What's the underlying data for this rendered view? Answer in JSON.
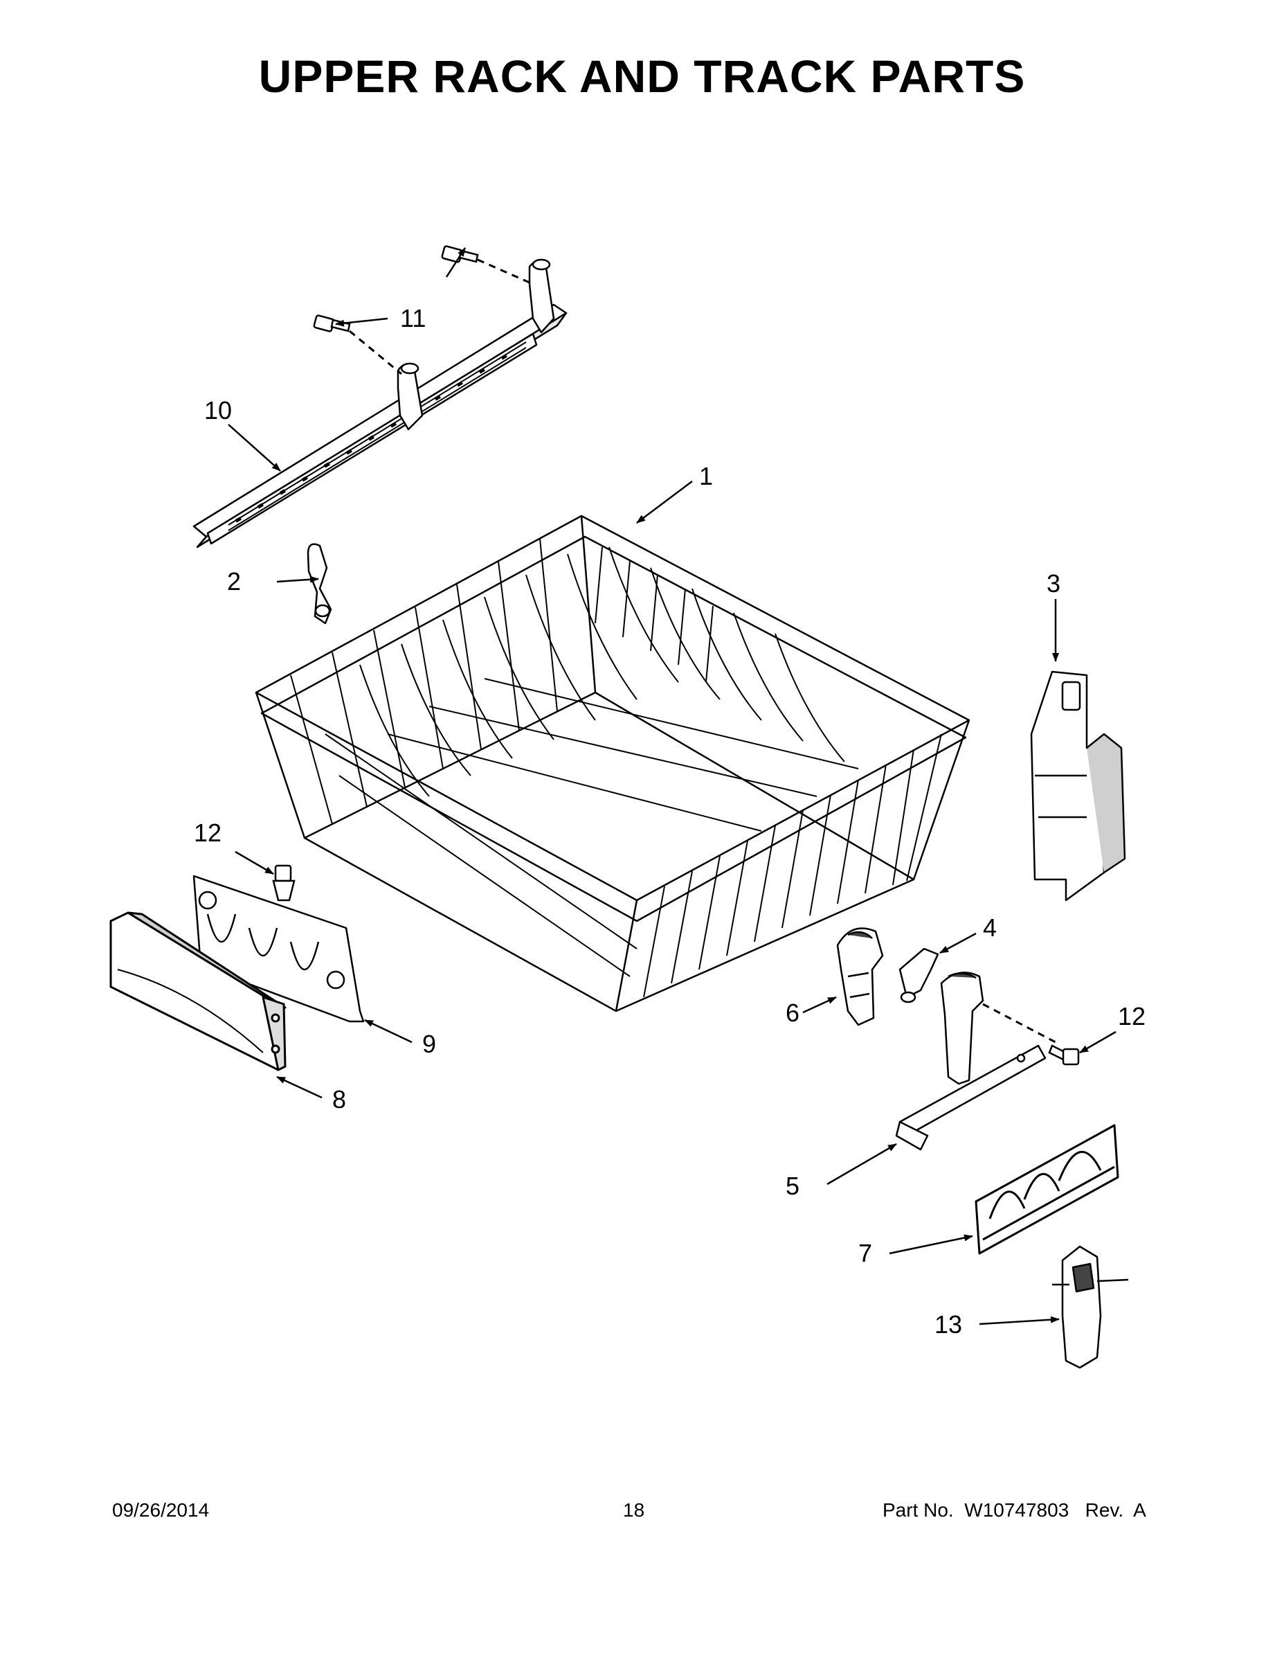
{
  "title": "UPPER RACK AND TRACK PARTS",
  "callouts": {
    "c1": "1",
    "c2": "2",
    "c3": "3",
    "c4": "4",
    "c5": "5",
    "c6": "6",
    "c7": "7",
    "c8": "8",
    "c9": "9",
    "c10": "10",
    "c11": "11",
    "c12a": "12",
    "c12b": "12",
    "c13": "13"
  },
  "footer": {
    "date": "09/26/2014",
    "page": "18",
    "part": "Part No.  W10747803   Rev.  A"
  }
}
